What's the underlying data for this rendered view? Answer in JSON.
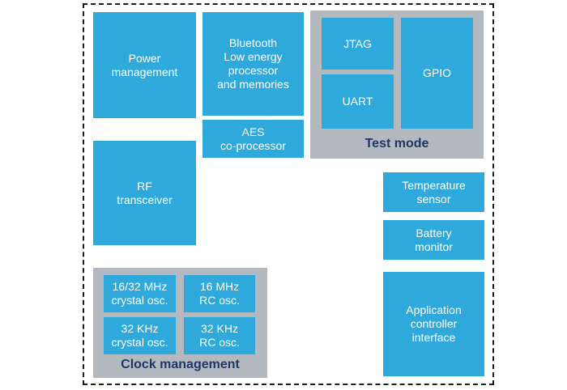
{
  "colors": {
    "block_blue": "#2FA9DC",
    "group_gray": "#B3B9BF",
    "label_navy": "#1F3767",
    "block_text": "#FFFFFF",
    "boundary_dash": "#1B1B1B",
    "background": "#FFFFFF"
  },
  "blocks": {
    "power_management": "Power\nmanagement",
    "bluetooth_processor": "Bluetooth\nLow energy\nprocessor\nand memories",
    "aes_coprocessor": "AES\nco-processor",
    "rf_transceiver": "RF\ntransceiver",
    "temperature_sensor": "Temperature\nsensor",
    "battery_monitor": "Battery\nmonitor",
    "application_controller": "Application\ncontroller\ninterface"
  },
  "test_mode": {
    "label": "Test mode",
    "blocks": {
      "jtag": "JTAG",
      "uart": "UART",
      "gpio": "GPIO"
    }
  },
  "clock_management": {
    "label": "Clock management",
    "blocks": {
      "crystal_osc_16_32_mhz": "16/32 MHz\ncrystal osc.",
      "rc_osc_16_mhz": "16 MHz\nRC osc.",
      "crystal_osc_32_khz": "32 KHz\ncrystal osc.",
      "rc_osc_32_khz": "32 KHz\nRC osc."
    }
  }
}
